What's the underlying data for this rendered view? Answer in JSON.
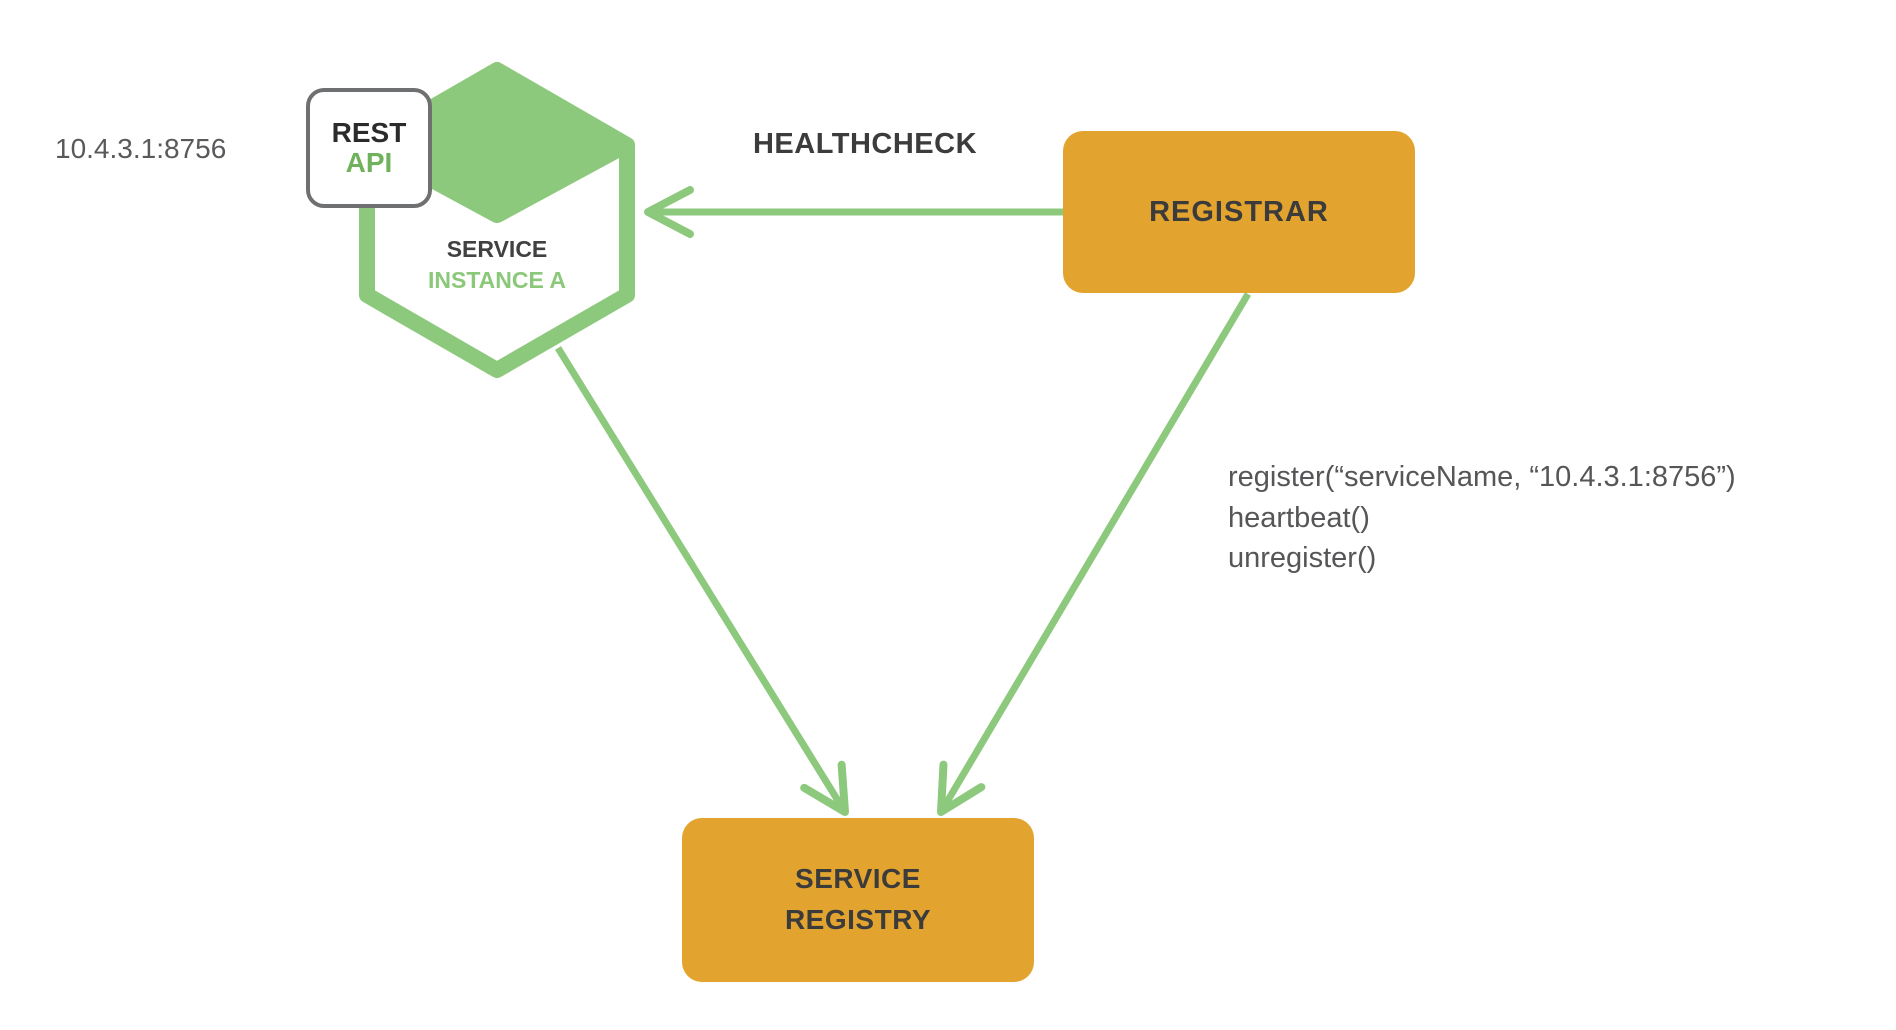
{
  "diagram": {
    "title_semantic": "service-registry-registration-diagram",
    "colors": {
      "green": "#8dc97d",
      "green_dark": "#6fb25c",
      "gold": "#e2a42f",
      "dark_text": "#3b3b3b",
      "gray_text": "#58595b",
      "badge_border": "#6f7072"
    },
    "service_instance": {
      "ip": "10.4.3.1:8756",
      "badge_line1": "REST",
      "badge_line2": "API",
      "label_line1": "SERVICE",
      "label_line2": "INSTANCE A"
    },
    "healthcheck": {
      "label": "HEALTHCHECK"
    },
    "registrar": {
      "label": "REGISTRAR"
    },
    "service_registry": {
      "label_line1": "SERVICE",
      "label_line2": "REGISTRY"
    },
    "api_calls": {
      "line1": "register(“serviceName, “10.4.3.1:8756”)",
      "line2": "heartbeat()",
      "line3": "unregister()"
    }
  }
}
